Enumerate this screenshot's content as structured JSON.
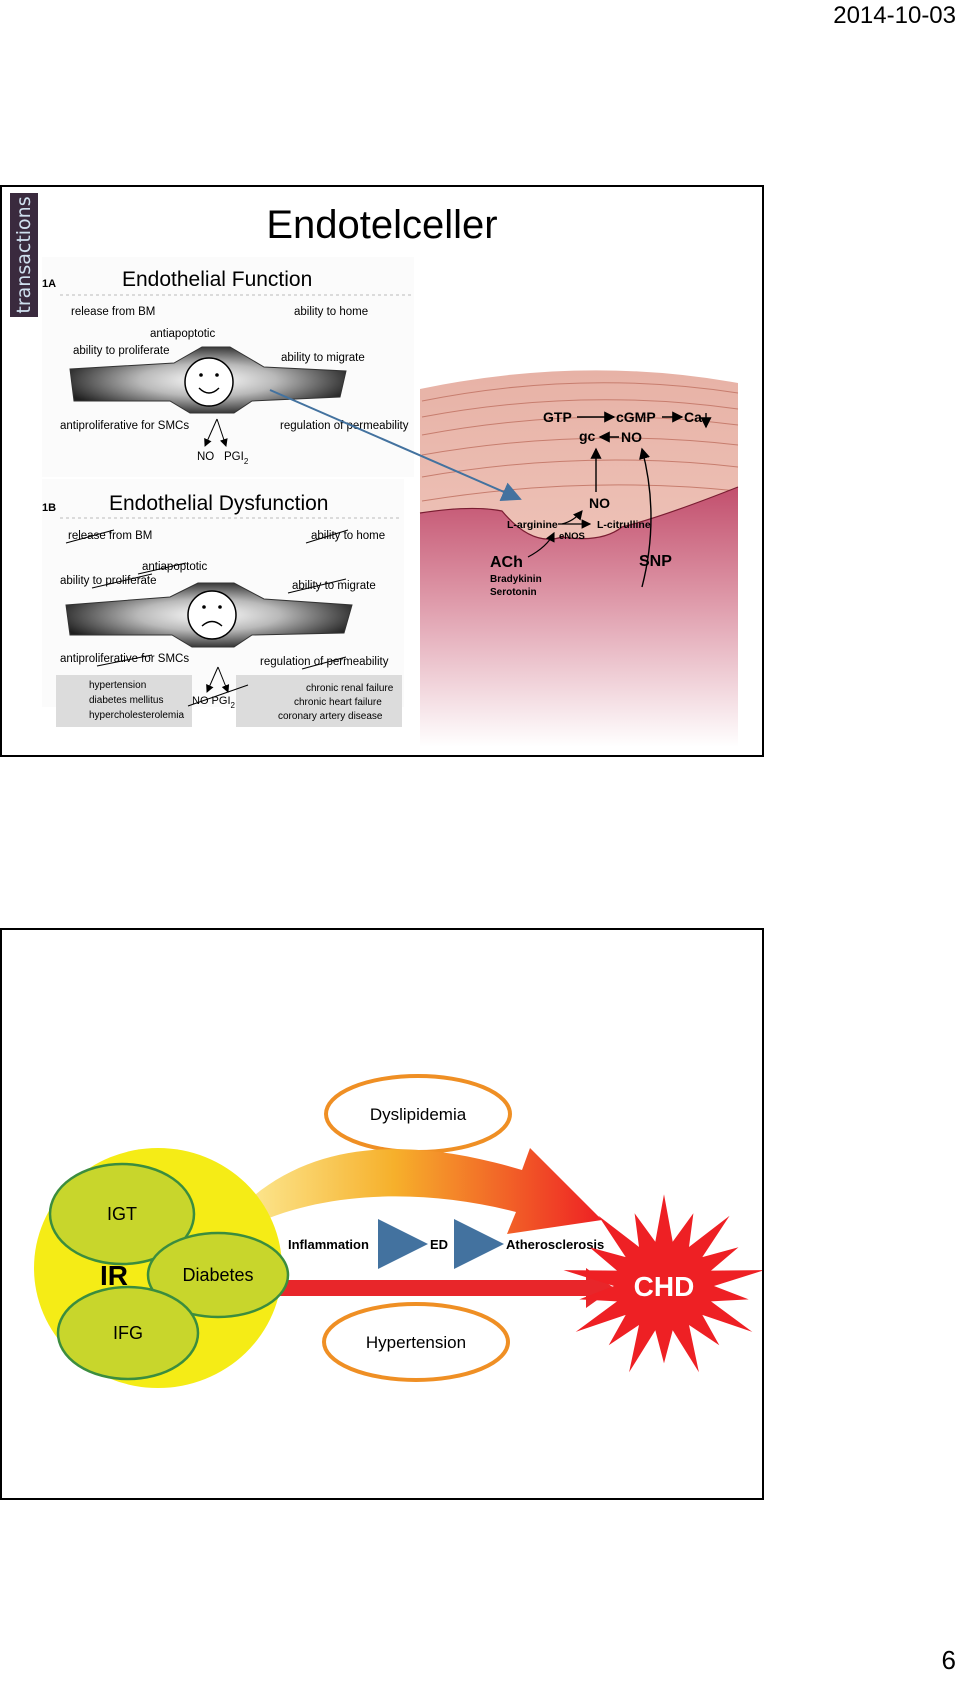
{
  "header": {
    "date": "2014-10-03"
  },
  "footer": {
    "page_number": "6"
  },
  "slide1": {
    "logo_text": "transactions",
    "title": "Endotelceller",
    "panel_a": {
      "tag": "1A",
      "heading": "Endothelial Function",
      "release": "release from BM",
      "home": "ability to home",
      "antiapoptotic": "antiapoptotic",
      "proliferate": "ability to proliferate",
      "migrate": "ability to migrate",
      "antiprolif": "antiproliferative for SMCs",
      "permeability": "regulation of permeability",
      "no": "NO",
      "pgi": "PGI",
      "pgi_sub": "2"
    },
    "panel_b": {
      "tag": "1B",
      "heading": "Endothelial Dysfunction",
      "release": "release from BM",
      "home": "ability to home",
      "antiapoptotic": "antiapoptotic",
      "proliferate": "ability to proliferate",
      "migrate": "ability to migrate",
      "antiprolif": "antiproliferative for SMCs",
      "permeability": "regulation of permeability",
      "no_pgi": "NO   PGI",
      "pgi_sub": "2",
      "left_conditions": [
        "hypertension",
        "diabetes mellitus",
        "hypercholesterolemia"
      ],
      "right_conditions": [
        "chronic renal failure",
        "chronic heart failure",
        "coronary artery disease"
      ]
    },
    "pathway": {
      "gtp": "GTP",
      "cgmp": "cGMP",
      "ca": "Ca",
      "gc": "gc",
      "no_top": "NO",
      "no_mid": "NO",
      "l_arginine": "L-arginine",
      "enos": "eNOS",
      "l_citrulline": "L-citrulline",
      "ach": "ACh",
      "bradykinin": "Bradykinin",
      "serotonin": "Serotonin",
      "snp": "SNP"
    }
  },
  "slide2": {
    "dyslipidemia": "Dyslipidemia",
    "hypertension": "Hypertension",
    "igt": "IGT",
    "diabetes": "Diabetes",
    "ifg": "IFG",
    "ir": "IR",
    "inflammation": "Inflammation",
    "ed": "ED",
    "atherosclerosis": "Atherosclerosis",
    "chd": "CHD"
  },
  "colors": {
    "endothelium_pink": "#c24f6d",
    "orange_outline": "#ef8f24",
    "yellow": "#f5ec16",
    "lime": "#c8d62c",
    "chd_red": "#ee2024",
    "arrow_blue": "#43729f"
  }
}
